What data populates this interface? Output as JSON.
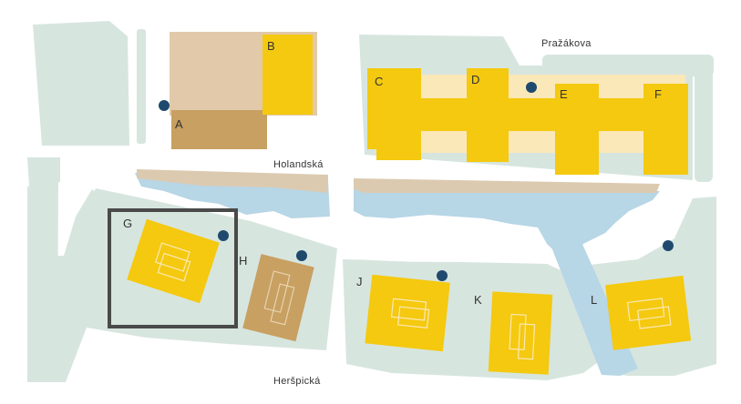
{
  "streets": {
    "prazakova": "Pražákova",
    "holandska": "Holandská",
    "herspicka": "Heršpická"
  },
  "buildings": {
    "a": "A",
    "b": "B",
    "c": "C",
    "d": "D",
    "e": "E",
    "f": "F",
    "g": "G",
    "h": "H",
    "j": "J",
    "k": "K",
    "l": "L"
  },
  "colors": {
    "background": "#ffffff",
    "green_area": "#d7e5df",
    "water": "#b7d6e6",
    "sand": "#dccab0",
    "building_yellow": "#f4c90f",
    "building_light": "#fbe8b8",
    "building_brown": "#c8a062",
    "building_beige": "#e1c9a9",
    "marker": "#1f4a6e",
    "highlight_frame": "#4a4a4a"
  },
  "highlighted_building": "G",
  "legend_markers": [
    "location-dot",
    "location-dot",
    "location-dot",
    "location-dot",
    "location-dot"
  ]
}
